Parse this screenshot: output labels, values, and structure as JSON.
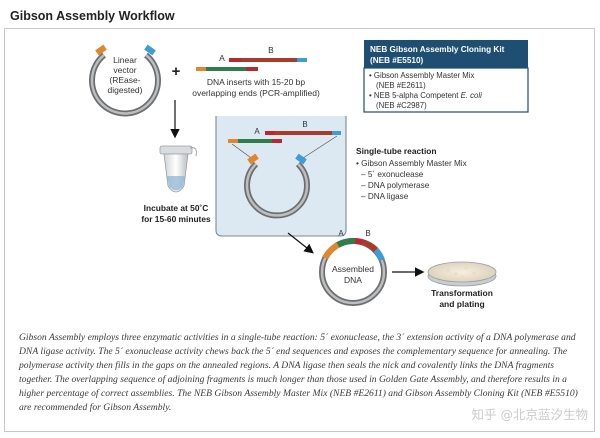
{
  "title": "Gibson Assembly Workflow",
  "colors": {
    "orange": "#e2852c",
    "blue": "#3b9fd6",
    "red": "#b8292f",
    "green": "#2f7d4a",
    "gray_vector": "#8b8c8e",
    "kit_header": "#1f4e73",
    "tube_box": "#dde9f2"
  },
  "linear_vector": {
    "line1": "Linear",
    "line2": "vector",
    "line3": "(REase-",
    "line4": "digested)"
  },
  "plus": "+",
  "inserts": {
    "label_a": "A",
    "label_b": "B",
    "line1": "DNA inserts with 15-20 bp",
    "line2": "overlapping ends (PCR-amplified)"
  },
  "kit": {
    "header_line1": "NEB Gibson Assembly Cloning Kit",
    "header_line2": "(NEB #E5510)",
    "item1_line1": "• Gibson Assembly Master Mix",
    "item1_line2": "(NEB #E2611)",
    "item2_line1": "• NEB 5-alpha Competent",
    "item2_italic": "E. coli",
    "item2_line2": "(NEB #C2987)"
  },
  "single_tube": {
    "heading": "Single-tube reaction",
    "line1": "• Gibson Assembly Master Mix",
    "line2": "– 5´ exonuclease",
    "line3": "– DNA polymerase",
    "line4": "– DNA ligase",
    "label_a": "A",
    "label_b": "B"
  },
  "incubate": {
    "line1": "Incubate at 50˚C",
    "line2": "for 15-60 minutes"
  },
  "assembled": {
    "line1": "Assembled",
    "line2": "DNA",
    "label_a": "A",
    "label_b": "B"
  },
  "transformation": {
    "line1": "Transformation",
    "line2": "and plating"
  },
  "caption": "Gibson Assembly employs three enzymatic activities in a single-tube reaction: 5´ exonuclease, the 3´ extension activity of a DNA polymerase and DNA ligase activity. The 5´ exonuclease activity chews back the 5´ end sequences and exposes the complementary sequence for annealing. The polymerase activity then fills in the gaps on the annealed regions. A DNA ligase then seals the nick and covalently links the DNA fragments together. The overlapping sequence of adjoining fragments is much longer than those used in Golden Gate Assembly, and therefore results in a higher percentage of correct assemblies. The NEB Gibson Assembly Master Mix (NEB #E2611) and Gibson Assembly Cloning Kit (NEB #E5510) are recommended for Gibson Assembly.",
  "watermark": "知乎 @北京蓝汐生物"
}
